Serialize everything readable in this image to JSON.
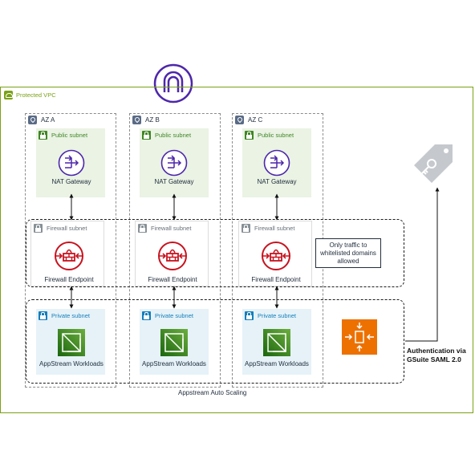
{
  "vpc": {
    "label": "Protected VPC"
  },
  "azs": [
    {
      "label": "AZ A"
    },
    {
      "label": "AZ B"
    },
    {
      "label": "AZ C"
    }
  ],
  "subnets": {
    "public": "Public subnet",
    "firewall": "Firewall subnet",
    "private": "Private subnet"
  },
  "nodes": {
    "nat": "NAT Gateway",
    "firewall": "Firewall Endpoint",
    "appstream": "AppStream Workloads"
  },
  "note": {
    "text": "Only traffic to whitelisted domains allowed"
  },
  "autoscaling": {
    "label": "Appstream Auto Scaling"
  },
  "auth": {
    "line1": "Authentication via",
    "line2": "GSuite SAML 2.0"
  },
  "colors": {
    "vpc": "#7aa116",
    "public_bg": "#eaf3e4",
    "private_bg": "#e6f2f8",
    "nat": "#4d27aa",
    "firewall": "#c7131f",
    "appstream": "#1b8a5a",
    "autoscaling": "#ed7100",
    "key": "#c5c9ce"
  }
}
